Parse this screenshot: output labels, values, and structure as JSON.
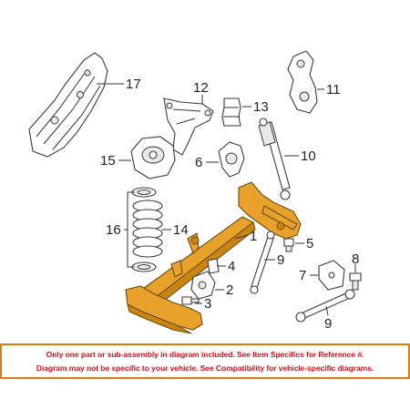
{
  "colors": {
    "axle": "#e8a12a",
    "disclaimer_text": "#d2101b",
    "disclaimer_border": "#e07a10"
  },
  "callouts": [
    {
      "id": "1",
      "label": "1"
    },
    {
      "id": "2",
      "label": "2"
    },
    {
      "id": "3",
      "label": "3"
    },
    {
      "id": "4",
      "label": "4"
    },
    {
      "id": "5",
      "label": "5"
    },
    {
      "id": "6",
      "label": "6"
    },
    {
      "id": "7",
      "label": "7"
    },
    {
      "id": "8",
      "label": "8"
    },
    {
      "id": "9",
      "label": "9"
    },
    {
      "id": "10",
      "label": "10"
    },
    {
      "id": "11",
      "label": "11"
    },
    {
      "id": "12",
      "label": "12"
    },
    {
      "id": "13",
      "label": "13"
    },
    {
      "id": "14",
      "label": "14"
    },
    {
      "id": "15",
      "label": "15"
    },
    {
      "id": "16",
      "label": "16"
    },
    {
      "id": "17",
      "label": "17"
    }
  ],
  "disclaimer": {
    "line1": "Only one part or sub-assembly in diagram included. See Item Specifics for Reference #.",
    "line2": "Diagram may not be specific to your vehicle. See Compatibility for vehicle-specific diagrams."
  }
}
